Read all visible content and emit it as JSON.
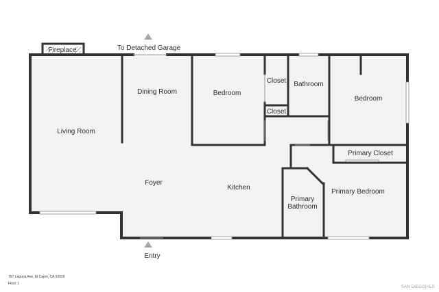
{
  "labels": {
    "fireplace": "Fireplace",
    "garage": "To Detached Garage",
    "entry": "Entry",
    "living_room": "Living Room",
    "dining_room": "Dining Room",
    "foyer": "Foyer",
    "kitchen": "Kitchen",
    "bedroom_1": "Bedroom",
    "closet_1": "Closet",
    "closet_2": "Closet",
    "bathroom": "Bathroom",
    "bedroom_2": "Bedroom",
    "primary_closet": "Primary Closet",
    "primary_bedroom": "Primary Bedroom",
    "primary_bathroom_line1": "Primary",
    "primary_bathroom_line2": "Bathroom"
  },
  "footer": {
    "address": "797 Laguna Ave, El Cajon, CA 92020",
    "floor": "Floor 1",
    "brand": "SAN DIEGO|HLS"
  },
  "colors": {
    "wall": "#333333",
    "floor": "#f3f3f3",
    "arrow": "#a8a8a8"
  }
}
